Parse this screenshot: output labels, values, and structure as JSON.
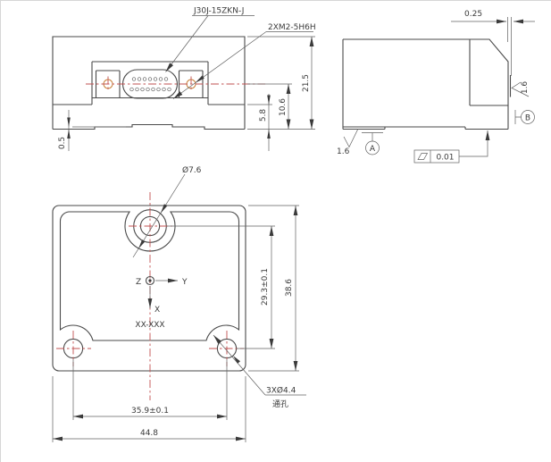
{
  "drawing": {
    "front_view": {
      "connector_label": "J30J-15ZKN-J",
      "screw_label": "2XM2-5H6H",
      "dim_overall_height": "21.5",
      "dim_center_to_base": "10.6",
      "dim_block_to_base": "5.8",
      "dim_foot_lip": "0.5"
    },
    "side_view": {
      "dim_face_offset": "0.25",
      "roughness_bottom": "1.6",
      "roughness_face": "1.6",
      "datum_a": "A",
      "datum_b": "B",
      "flatness_tolerance": "0.01"
    },
    "plan_view": {
      "counterbore_label": "Ø7.6",
      "dim_hole_row_span": "29.3±0.1",
      "dim_overall_depth": "38.6",
      "dim_hole_pitch": "35.9±0.1",
      "dim_overall_width": "44.8",
      "mount_holes_label": "3XØ4.4",
      "mount_holes_note": "通孔",
      "axis_z": "Z",
      "axis_y": "Y",
      "axis_x": "X",
      "part_marking": "XX-XXX"
    },
    "colors": {
      "line": "#4a4a4a",
      "centerline": "#c25252",
      "screw_accent": "#c8823c",
      "background": "#ffffff"
    }
  }
}
